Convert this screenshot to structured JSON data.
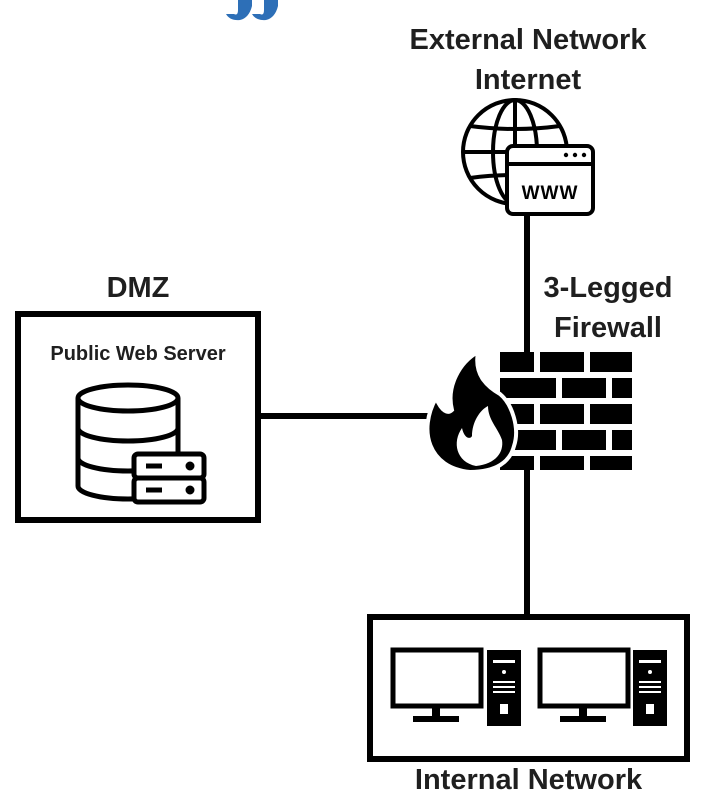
{
  "nodes": {
    "external": {
      "title": "External Network",
      "subtitle": "Internet",
      "icon": "globe-www-icon"
    },
    "firewall": {
      "title_line1": "3-Legged",
      "title_line2": "Firewall",
      "icon": "firewall-flame-icon"
    },
    "dmz": {
      "title": "DMZ",
      "server_label": "Public Web Server",
      "icon": "database-server-icon"
    },
    "internal": {
      "title": "Internal Network",
      "icon": "desktop-computer-icon"
    }
  },
  "colors": {
    "stroke": "#000000",
    "text": "#1f1f1f",
    "header_partial": "#2d6fb7"
  }
}
